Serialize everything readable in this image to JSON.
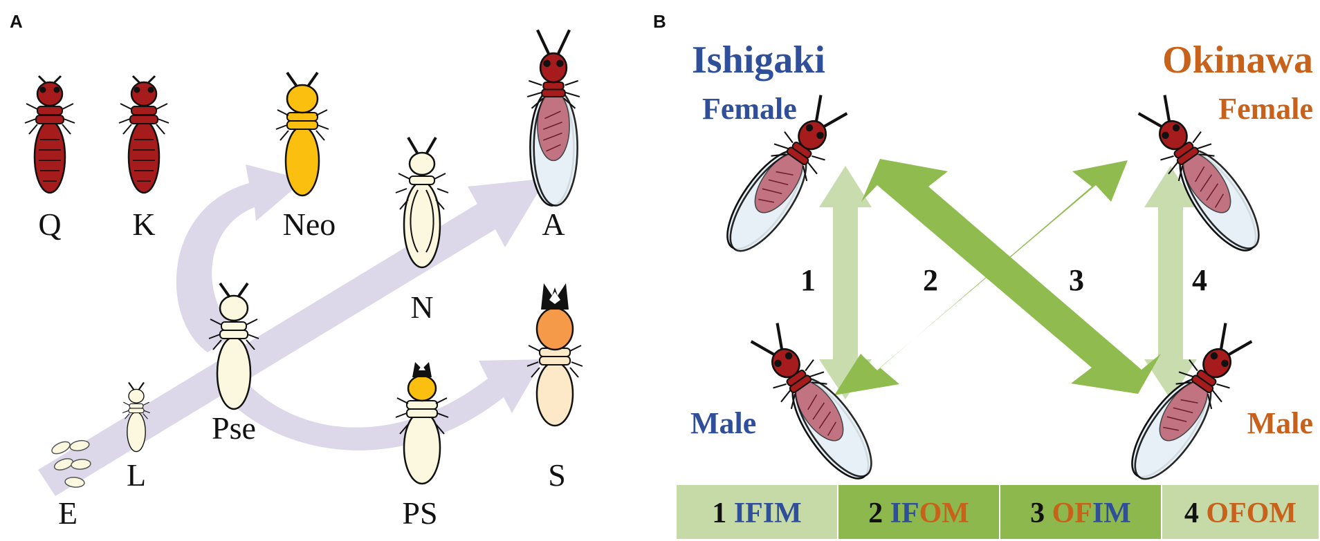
{
  "colors": {
    "ishigaki": "#2f4f9a",
    "okinawa": "#c8621a",
    "pathway": "#dcd8ea",
    "arrow_light": "#c9dcae",
    "arrow_dark": "#8fbb4f",
    "legend_light": "#c6daa8",
    "legend_dark": "#8cb84e",
    "termite_red": "#a61c1c",
    "pale": "#fbf8df",
    "yellow": "#fbbf10",
    "orange": "#f59a48"
  },
  "panel_a": {
    "letter": "A",
    "castes": [
      {
        "id": "Q",
        "label": "Q",
        "icon": "queen-termite-icon"
      },
      {
        "id": "K",
        "label": "K",
        "icon": "king-termite-icon"
      },
      {
        "id": "Neo",
        "label": "Neo",
        "icon": "neotenic-termite-icon"
      },
      {
        "id": "N",
        "label": "N",
        "icon": "nymph-termite-icon"
      },
      {
        "id": "A",
        "label": "A",
        "icon": "alate-termite-icon"
      },
      {
        "id": "Pse",
        "label": "Pse",
        "icon": "pseudergate-termite-icon"
      },
      {
        "id": "L",
        "label": "L",
        "icon": "larva-termite-icon"
      },
      {
        "id": "E",
        "label": "E",
        "icon": "egg-icon"
      },
      {
        "id": "PS",
        "label": "PS",
        "icon": "presoldier-termite-icon"
      },
      {
        "id": "S",
        "label": "S",
        "icon": "soldier-termite-icon"
      }
    ]
  },
  "panel_b": {
    "letter": "B",
    "ishigaki": {
      "title": "Ishigaki",
      "female": "Female",
      "male": "Male"
    },
    "okinawa": {
      "title": "Okinawa",
      "female": "Female",
      "male": "Male"
    },
    "crosses": [
      {
        "num": "1",
        "parts": [
          {
            "t": "1 ",
            "c": "plain"
          },
          {
            "t": "IFIM",
            "c": "ishigaki"
          }
        ]
      },
      {
        "num": "2",
        "parts": [
          {
            "t": "2 ",
            "c": "plain"
          },
          {
            "t": "IF",
            "c": "ishigaki"
          },
          {
            "t": "OM",
            "c": "okinawa"
          }
        ]
      },
      {
        "num": "3",
        "parts": [
          {
            "t": "3 ",
            "c": "plain"
          },
          {
            "t": "OF",
            "c": "okinawa"
          },
          {
            "t": "IM",
            "c": "ishigaki"
          }
        ]
      },
      {
        "num": "4",
        "parts": [
          {
            "t": "4 ",
            "c": "plain"
          },
          {
            "t": "OFOM",
            "c": "okinawa"
          }
        ]
      }
    ]
  }
}
